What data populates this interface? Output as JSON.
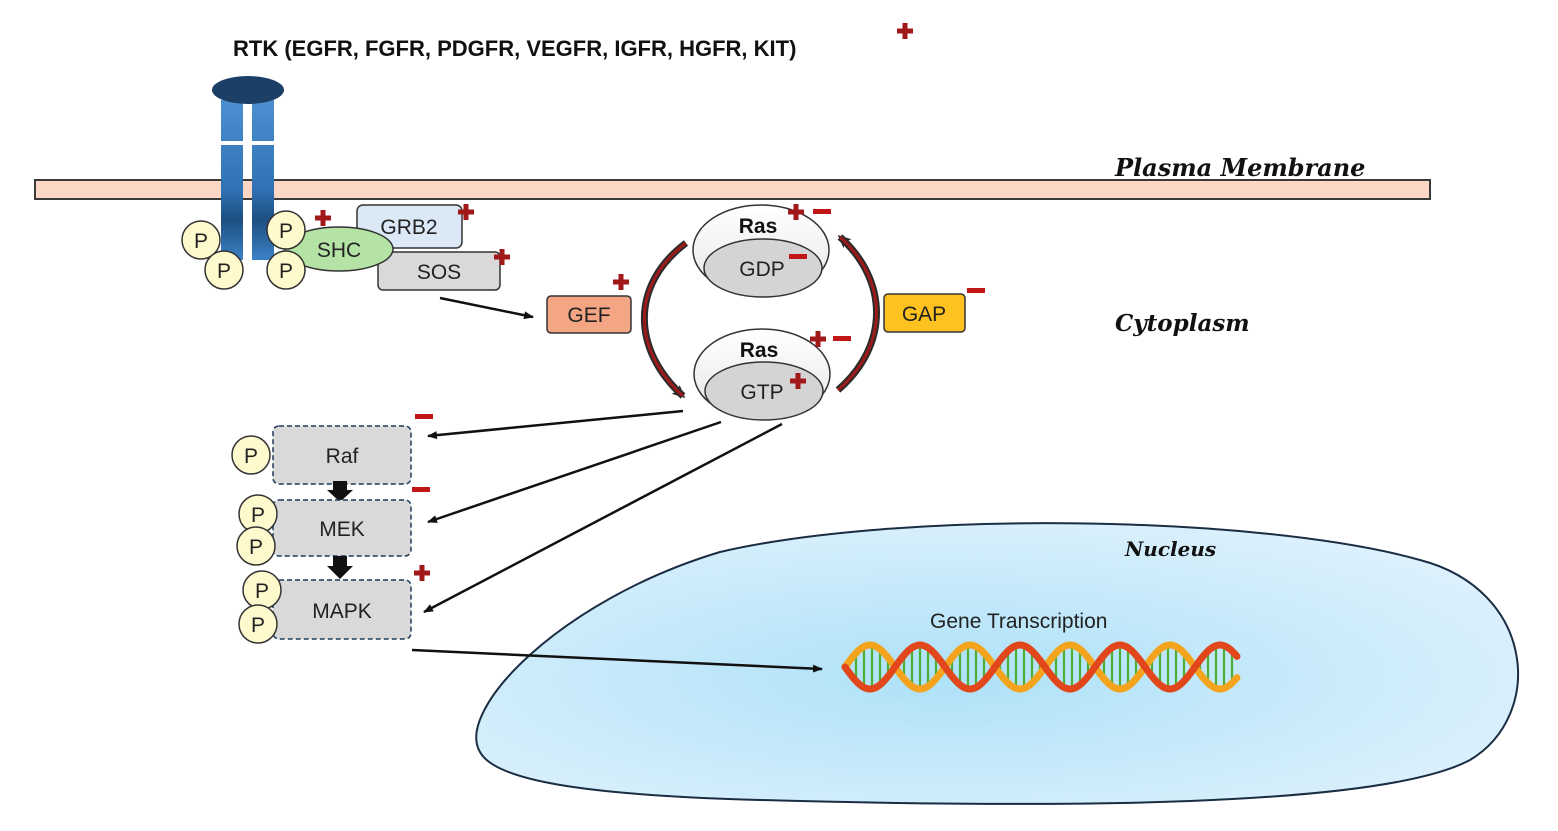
{
  "title": "RTK (EGFR, FGFR, PDGFR, VEGFR, IGFR, HGFR, KIT)",
  "regions": {
    "plasma_membrane": "Plasma Membrane",
    "cytoplasm": "Cytoplasm",
    "nucleus": "Nucleus"
  },
  "phospho_label": "P",
  "adaptors": {
    "shc": "SHC",
    "grb2": "GRB2",
    "sos": "SOS"
  },
  "regulators": {
    "gef": "GEF",
    "gap": "GAP"
  },
  "ras": {
    "label": "Ras",
    "gdp": "GDP",
    "gtp": "GTP"
  },
  "kinases": {
    "raf": "Raf",
    "mek": "MEK",
    "mapk": "MAPK"
  },
  "gene_transcription": "Gene Transcription",
  "colors": {
    "membrane": "#fcd7c6",
    "receptor": "#2e72b5",
    "receptor_cap": "#1c3f66",
    "phospho": "#fffacd",
    "shc": "#b5e3a6",
    "grb2": "#dbe8f6",
    "sos": "#d9d9d9",
    "gef": "#f4a684",
    "gap": "#fdc21f",
    "kinase": "#d9d9d9",
    "nucleus": "#bfe3f5",
    "plus": "#a01818",
    "minus": "#c01616"
  }
}
